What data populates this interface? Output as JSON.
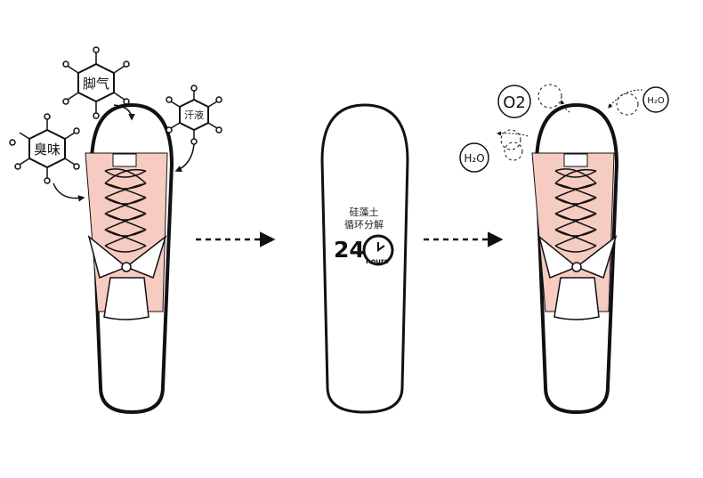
{
  "molecules": {
    "foot_odor": "脚气",
    "sweat": "汗液",
    "odor": "臭味"
  },
  "center": {
    "material": "硅藻土",
    "process": "循环分解",
    "hours_number": "24",
    "hours_unit": "hours"
  },
  "gases": {
    "oxygen": "O2",
    "water_small": "H₂O",
    "water_left": "H₂O"
  },
  "colors": {
    "tongue": "#f6cbc2",
    "outline": "#111111",
    "background": "#ffffff"
  },
  "icons": [
    "molecule-icon",
    "arrow-right-icon",
    "clock-icon",
    "shoe-icon"
  ]
}
